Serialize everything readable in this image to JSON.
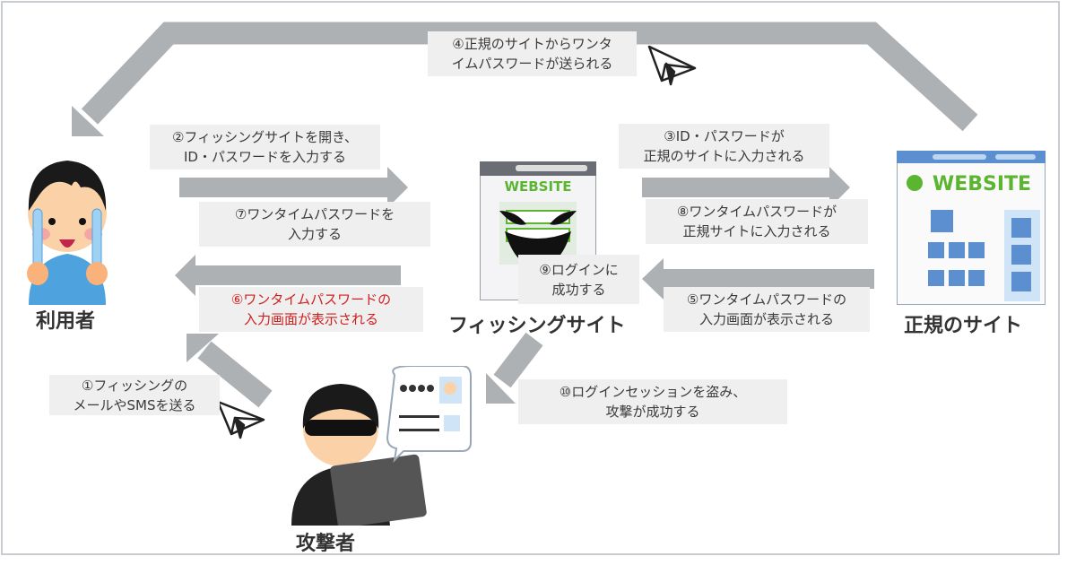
{
  "actors": {
    "user": "利用者",
    "phishing_site": "フィッシングサイト",
    "legit_site": "正規のサイト",
    "attacker": "攻撃者"
  },
  "steps": [
    {
      "num": "①",
      "lines": [
        "①フィッシングの",
        "メールやSMSを送る"
      ]
    },
    {
      "num": "②",
      "lines": [
        "②フィッシングサイトを開き、",
        "ID・パスワードを入力する"
      ]
    },
    {
      "num": "③",
      "lines": [
        "③ID・パスワードが",
        "正規のサイトに入力される"
      ]
    },
    {
      "num": "④",
      "lines": [
        "④正規のサイトからワンタ",
        "イムパスワードが送られる"
      ]
    },
    {
      "num": "⑤",
      "lines": [
        "⑤ワンタイムパスワードの",
        "入力画面が表示される"
      ]
    },
    {
      "num": "⑥",
      "lines": [
        "⑥ワンタイムパスワードの",
        "入力画面が表示される"
      ]
    },
    {
      "num": "⑦",
      "lines": [
        "⑦ワンタイムパスワードを",
        "入力する"
      ]
    },
    {
      "num": "⑧",
      "lines": [
        "⑧ワンタイムパスワードが",
        "正規サイトに入力される"
      ]
    },
    {
      "num": "⑨",
      "lines": [
        "⑨ログインに",
        "成功する"
      ]
    },
    {
      "num": "⑩",
      "lines": [
        "⑩ログインセッションを盗み、",
        "攻撃が成功する"
      ]
    }
  ],
  "site_logo": "WEBSITE",
  "colors": {
    "arrow": "#adb1b4",
    "box": "#efeff0",
    "highlight": "#d0201e",
    "logo": "#5bb531"
  }
}
